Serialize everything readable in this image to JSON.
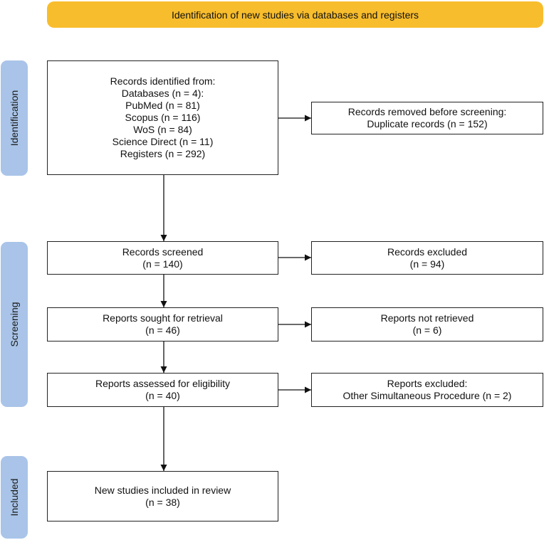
{
  "banner": {
    "title": "Identification of new studies via databases and registers"
  },
  "phases": {
    "identification": "Identification",
    "screening": "Screening",
    "included": "Included"
  },
  "boxes": {
    "identified": {
      "lines": [
        "Records identified from:",
        "Databases (n = 4):",
        "PubMed (n = 81)",
        "Scopus (n = 116)",
        "WoS (n = 84)",
        "Science Direct (n = 11)",
        "Registers (n = 292)"
      ]
    },
    "removed": {
      "lines": [
        "Records removed before screening:",
        "Duplicate records (n = 152)"
      ]
    },
    "screened": {
      "lines": [
        "Records screened",
        "(n = 140)"
      ]
    },
    "excluded": {
      "lines": [
        "Records excluded",
        "(n = 94)"
      ]
    },
    "sought": {
      "lines": [
        "Reports sought for retrieval",
        "(n = 46)"
      ]
    },
    "not_retrieved": {
      "lines": [
        "Reports not retrieved",
        "(n = 6)"
      ]
    },
    "assessed": {
      "lines": [
        "Reports assessed for eligibility",
        "(n = 40)"
      ]
    },
    "reports_excluded": {
      "lines": [
        "Reports excluded:",
        "Other Simultaneous Procedure (n = 2)"
      ]
    },
    "included": {
      "lines": [
        "New studies included in review",
        "(n = 38)"
      ]
    }
  }
}
